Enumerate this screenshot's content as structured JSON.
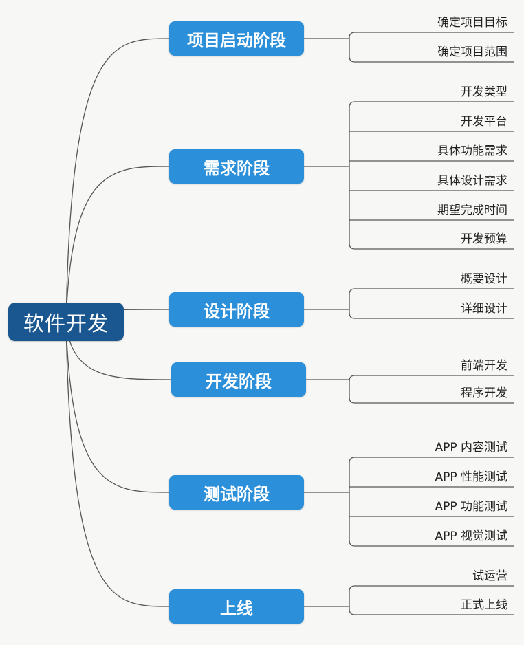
{
  "root": {
    "label": "软件开发"
  },
  "colors": {
    "root_bg": "#1a568f",
    "stage_bg": "#2b8fd9",
    "line": "#555555"
  },
  "stages": [
    {
      "label": "项目启动阶段",
      "items": [
        "确定项目目标",
        "确定项目范围"
      ]
    },
    {
      "label": "需求阶段",
      "items": [
        "开发类型",
        "开发平台",
        "具体功能需求",
        "具体设计需求",
        "期望完成时间",
        "开发预算"
      ]
    },
    {
      "label": "设计阶段",
      "items": [
        "概要设计",
        "详细设计"
      ]
    },
    {
      "label": "开发阶段",
      "items": [
        "前端开发",
        "程序开发"
      ]
    },
    {
      "label": "测试阶段",
      "items": [
        "APP 内容测试",
        "APP 性能测试",
        "APP 功能测试",
        "APP 视觉测试"
      ]
    },
    {
      "label": "上线",
      "items": [
        "试运营",
        "正式上线"
      ]
    }
  ]
}
